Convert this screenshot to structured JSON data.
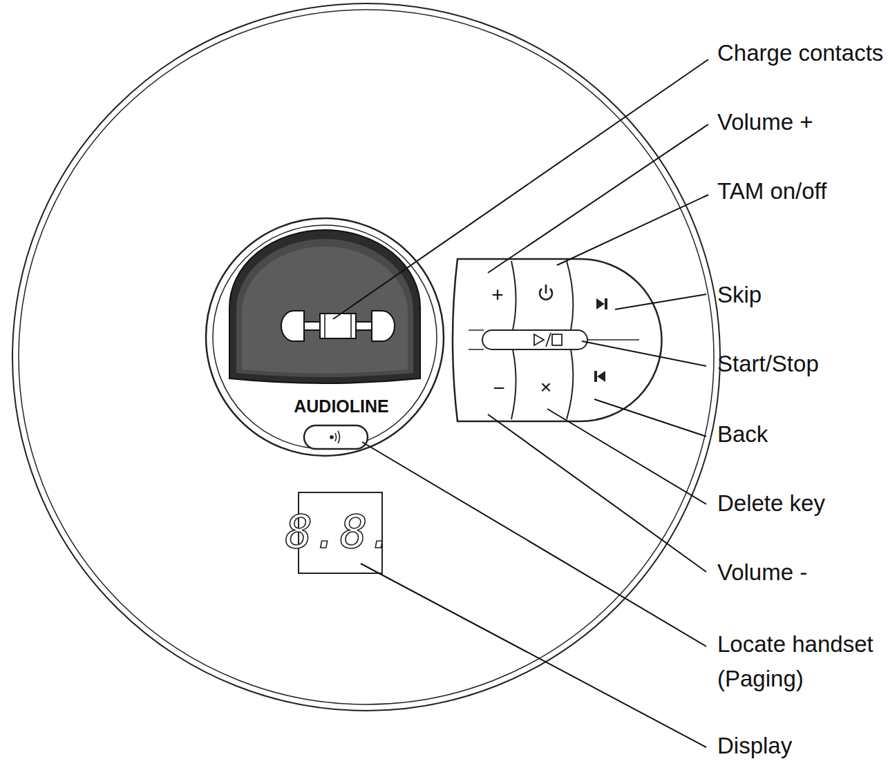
{
  "diagram": {
    "labels": [
      "Charge contacts",
      "Volume +",
      "TAM on/off",
      "Skip",
      "Start/Stop",
      "Back",
      "Delete key",
      "Volume -",
      "Locate handset (Paging)",
      "Display",
      "AUDIOLINE",
      "+",
      "−",
      "×",
      "8.8."
    ]
  }
}
